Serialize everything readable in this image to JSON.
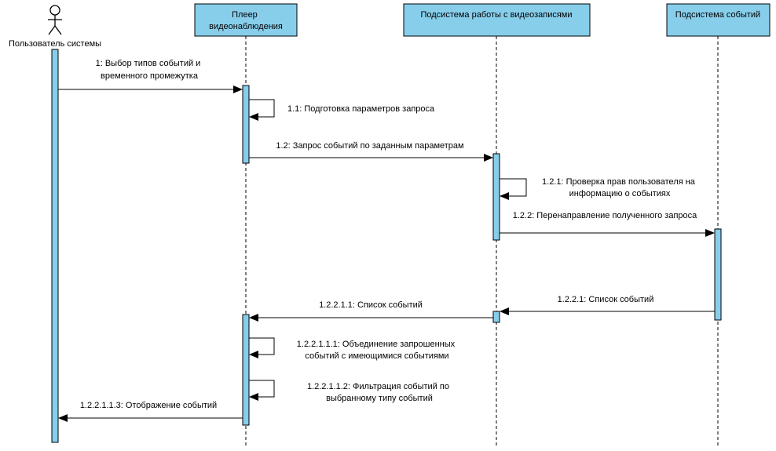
{
  "actor": {
    "label": "Пользователь системы"
  },
  "participants": [
    {
      "id": "player",
      "lines": [
        "Плеер",
        "видеонаблюдения"
      ]
    },
    {
      "id": "video",
      "lines": [
        "Подсистема работы с видеозаписями"
      ]
    },
    {
      "id": "events",
      "lines": [
        "Подсистема событий"
      ]
    }
  ],
  "messages": {
    "m1": [
      "1: Выбор типов событий и",
      "временного промежутка"
    ],
    "m1_1": [
      "1.1: Подготовка параметров запроса"
    ],
    "m1_2": [
      "1.2: Запрос событий по заданным параметрам"
    ],
    "m1_2_1": [
      "1.2.1: Проверка прав пользователя на",
      "информацию о событиях"
    ],
    "m1_2_2": [
      "1.2.2: Перенаправление полученного запроса"
    ],
    "m1_2_2_1": [
      "1.2.2.1: Список событий"
    ],
    "m1_2_2_1_1": [
      "1.2.2.1.1: Список событий"
    ],
    "m1_2_2_1_1_1": [
      "1.2.2.1.1.1: Объединение запрошенных",
      "событий с имеющимися событиями"
    ],
    "m1_2_2_1_1_2": [
      "1.2.2.1.1.2: Фильтрация событий по",
      "выбранному типу событий"
    ],
    "m1_2_2_1_1_3": [
      "1.2.2.1.1.3: Отображение событий"
    ]
  },
  "colors": {
    "fill": "#87CEEB",
    "stroke": "#000000",
    "background": "#ffffff"
  }
}
